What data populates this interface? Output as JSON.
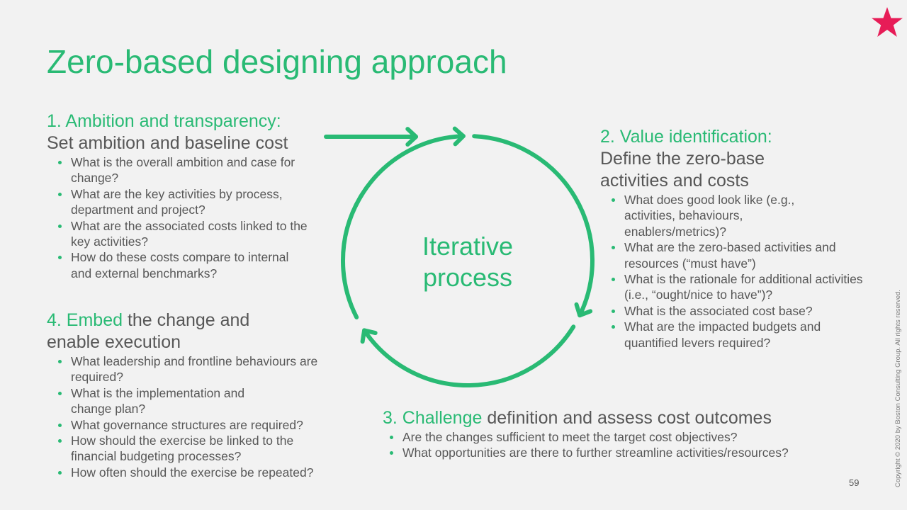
{
  "title": "Zero-based designing approach",
  "center_label": [
    "Iterative",
    "process"
  ],
  "colors": {
    "accent": "#29ba74",
    "text": "#575757",
    "star": "#e71c57",
    "background": "#f2f2f2"
  },
  "step1": {
    "heading_green": "1. Ambition and transparency:",
    "heading_dark": "Set ambition and baseline cost",
    "bullets": [
      "What is the overall ambition and case for change?",
      "What are the key activities by process, department and project?",
      "What are the associated costs linked to the key activities?",
      "How do these costs compare to internal and external benchmarks?"
    ]
  },
  "step2": {
    "heading_green": "2. Value identification:",
    "heading_dark_1": "Define the zero-base",
    "heading_dark_2": "activities and costs",
    "bullets": [
      "What does good look like (e.g., activities, behaviours, enablers/metrics)?",
      "What are the zero-based activities and resources (“must have”)",
      "What is the rationale for additional activities (i.e., “ought/nice to have”)?",
      "What is the associated cost base?",
      "What are the impacted budgets and quantified levers required?"
    ]
  },
  "step3": {
    "heading_green": "3. Challenge",
    "heading_dark": " definition and assess cost outcomes",
    "bullets": [
      "Are the changes sufficient to meet the target cost objectives?",
      "What opportunities are there to further streamline activities/resources?"
    ]
  },
  "step4": {
    "heading_green": "4. Embed",
    "heading_dark_1": " the change and",
    "heading_dark_2": "enable execution",
    "bullets": [
      "What leadership and frontline behaviours are required?",
      "What is the implementation and change plan?",
      "What governance structures are required?",
      "How should the exercise be linked to the financial budgeting processes?",
      "How often should the exercise be repeated?"
    ]
  },
  "page_number": "59",
  "copyright": "Copyright © 2020 by Boston Consulting Group. All rights reserved."
}
